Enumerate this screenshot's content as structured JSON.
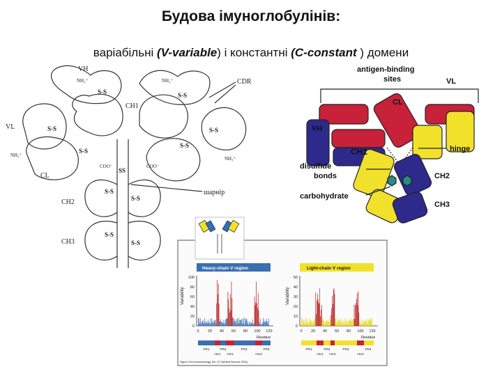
{
  "title": "Будова імуноглобулінів:",
  "subtitle": {
    "pre": "варіабільні ",
    "v_term": "(V-variable",
    "mid": ") і константні ",
    "c_term": "(C-constant ",
    "post": ") домени"
  },
  "left_diagram": {
    "vh": "VH",
    "nh3_top_left": "NH₃⁺",
    "nh3_top_right": "NH₃⁺",
    "cdr": "CDR",
    "ch1": "CH1",
    "vl": "VL",
    "nh3_left": "NH₃⁺",
    "nh3_right": "NH₃⁺",
    "coo_left": "COO⁻",
    "coo_right": "COO⁻",
    "cl": "CL",
    "hinge": "шарнір",
    "ch2": "CH2",
    "ch3": "CH3"
  },
  "right_diagram": {
    "antigen_binding": "antigen-binding",
    "sites": "sites",
    "vl": "VL",
    "cl": "CL",
    "vh": "VH",
    "ch1": "CH1",
    "hinge": "hinge",
    "disulfide": "disulfide",
    "bonds": "bonds",
    "ch2": "CH2",
    "carbohydrate": "carbohydrate",
    "ch3": "CH3",
    "colors": {
      "heavy": "#2e2a8c",
      "light": "#f2e12b",
      "variable": "#c8213a"
    }
  },
  "variability_panel": {
    "heavy": {
      "title": "Heavy-chain V region",
      "ylabel": "Variability",
      "xlabel": "Residue",
      "yticks": [
        "0",
        "20",
        "40",
        "60",
        "80",
        "100"
      ],
      "xticks": [
        "0",
        "20",
        "40",
        "60",
        "80",
        "100",
        "120"
      ],
      "regions": [
        "FR1",
        "FR2",
        "FR3",
        "FR4"
      ],
      "hv": [
        "HV1",
        "HV2",
        "HV3"
      ]
    },
    "light": {
      "title": "Light-chain V region",
      "ylabel": "Variability",
      "xlabel": "Residue",
      "yticks": [
        "0",
        "10",
        "20",
        "30",
        "40",
        "50"
      ],
      "xticks": [
        "0",
        "20",
        "40",
        "60",
        "80",
        "100",
        "120"
      ],
      "regions": [
        "FR1",
        "FR2",
        "FR3",
        "FR4"
      ],
      "hv": [
        "HV1",
        "HV2",
        "HV3"
      ]
    },
    "caption": "Figure 3-6 Immunobiology, 5/e. (© Garland Science 2001)"
  }
}
